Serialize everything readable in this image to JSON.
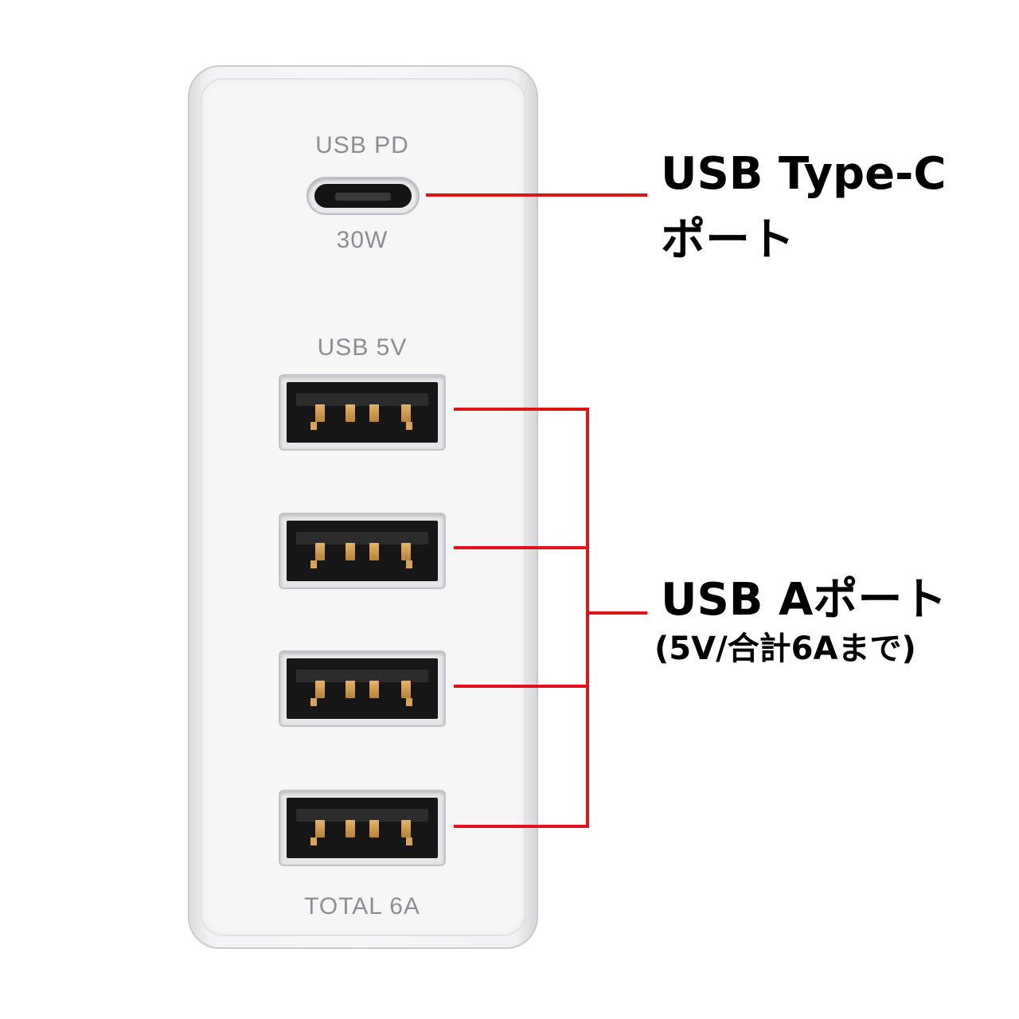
{
  "device": {
    "labels": {
      "usb_pd": "USB PD",
      "watt": "30W",
      "usb_5v": "USB 5V",
      "total": "TOTAL 6A"
    }
  },
  "callouts": {
    "type_c": {
      "line1": "USB Type-C",
      "line2": "ポート"
    },
    "type_a": {
      "line1": "USB Aポート",
      "line2": "(5V/合計6Aまで)"
    }
  },
  "colors": {
    "callout_line": "#e0131a",
    "silkscreen": "#8d8e92",
    "body": "#f6f6f7"
  },
  "port_counts": {
    "usb_c": 1,
    "usb_a": 4
  }
}
